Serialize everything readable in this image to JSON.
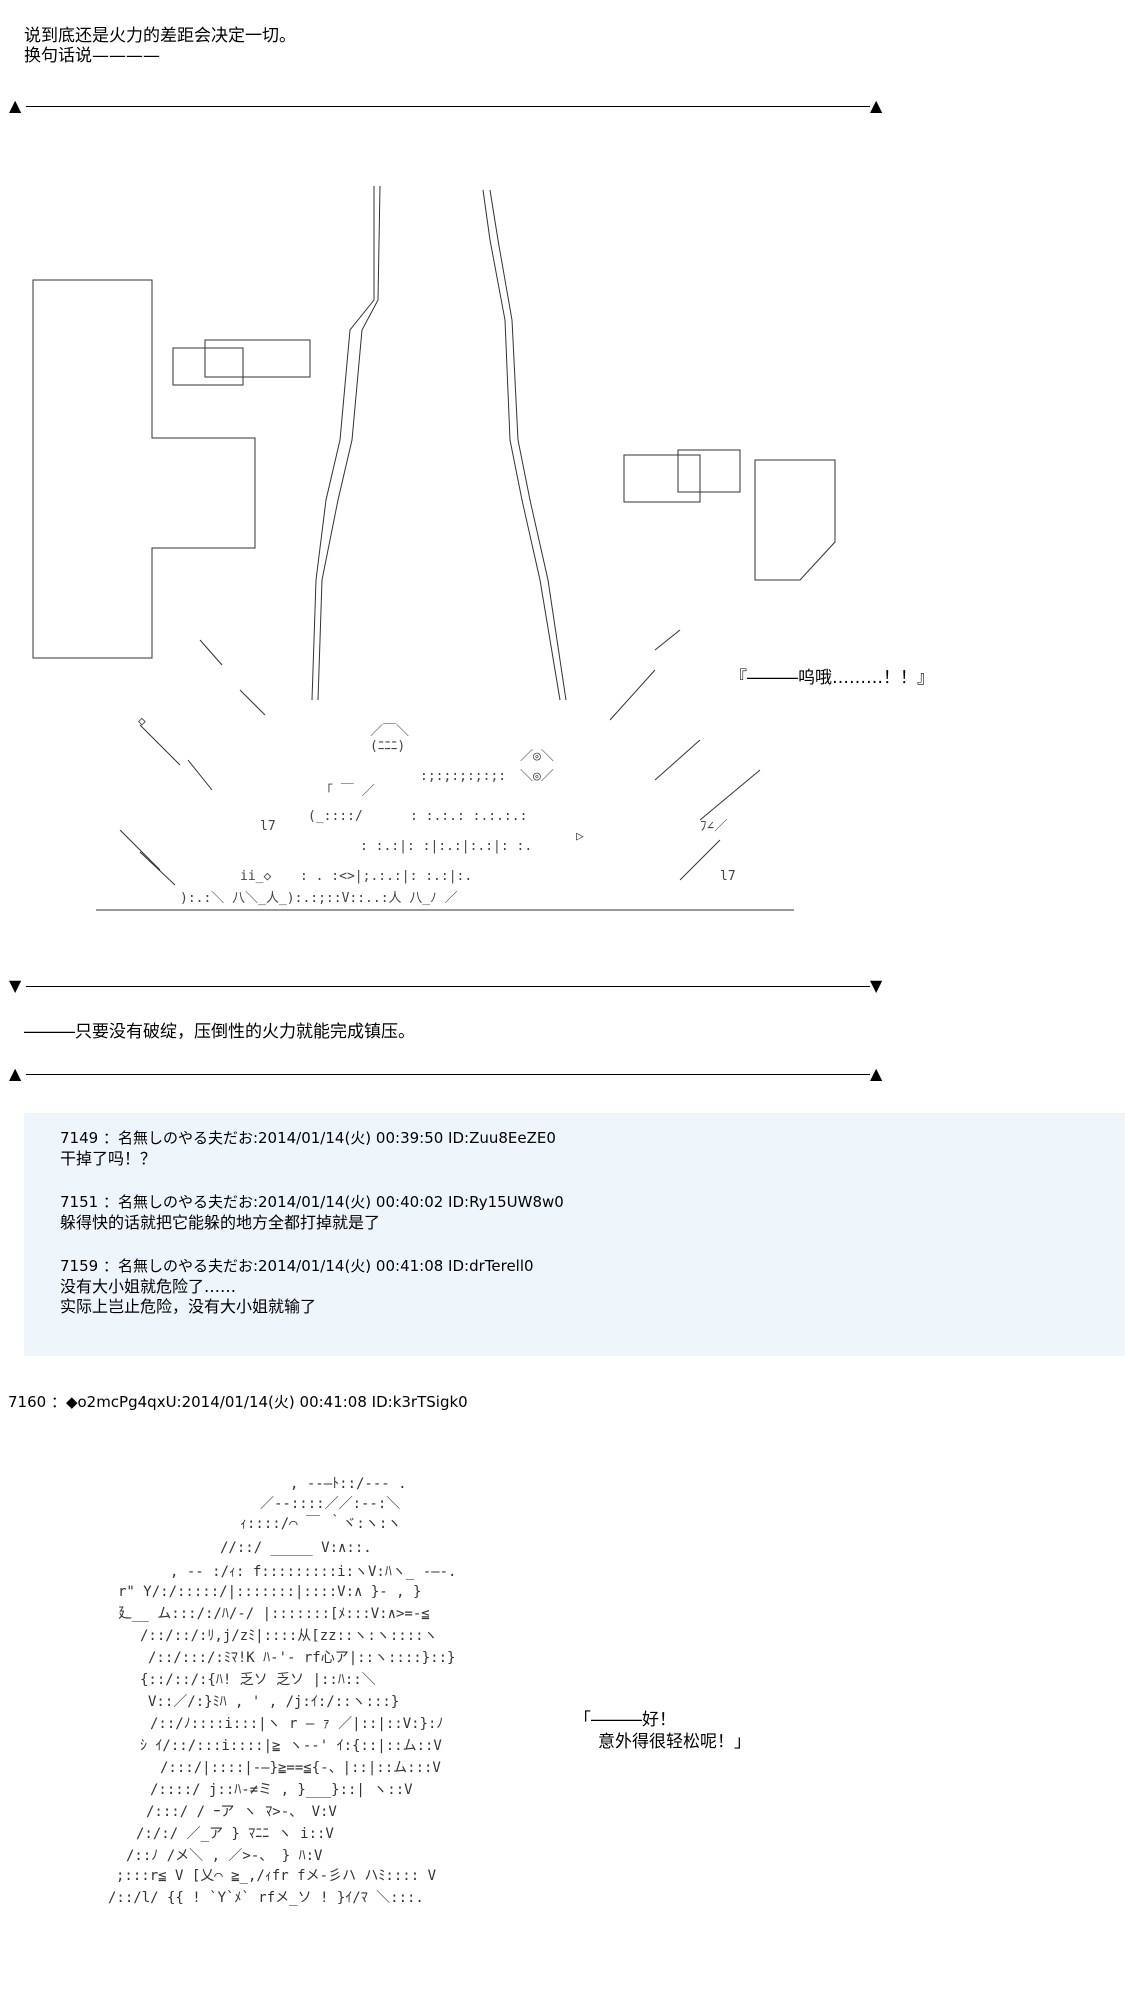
{
  "top": {
    "line1": "说到底还是火力的差距会决定一切。",
    "line2": "换句话说————"
  },
  "scene1": {
    "caption": "『―――呜哦………！！』"
  },
  "middle": {
    "line1": "―――只要没有破绽，压倒性的火力就能完成镇压。"
  },
  "markers": {
    "up": "▲",
    "down": "▼"
  },
  "replies": [
    {
      "header": "7149 ：名無しのやる夫だお:2014/01/14(火) 00:39:50 ID:Zuu8EeZE0",
      "lines": [
        "干掉了吗！？"
      ]
    },
    {
      "header": "7151 ：名無しのやる夫だお:2014/01/14(火) 00:40:02 ID:Ry15UW8w0",
      "lines": [
        "躲得快的话就把它能躲的地方全都打掉就是了"
      ]
    },
    {
      "header": "7159 ：名無しのやる夫だお:2014/01/14(火) 00:41:08 ID:drTerell0",
      "lines": [
        "没有大小姐就危险了……",
        "实际上岂止危险，没有大小姐就输了"
      ]
    }
  ],
  "main_post": {
    "header": "7160 ：◆o2mcPg4qxU:2014/01/14(火) 00:41:08 ID:k3rTSigk0",
    "speech_line1": "「―――好！",
    "speech_line2": "意外得很轻松呢！」"
  }
}
